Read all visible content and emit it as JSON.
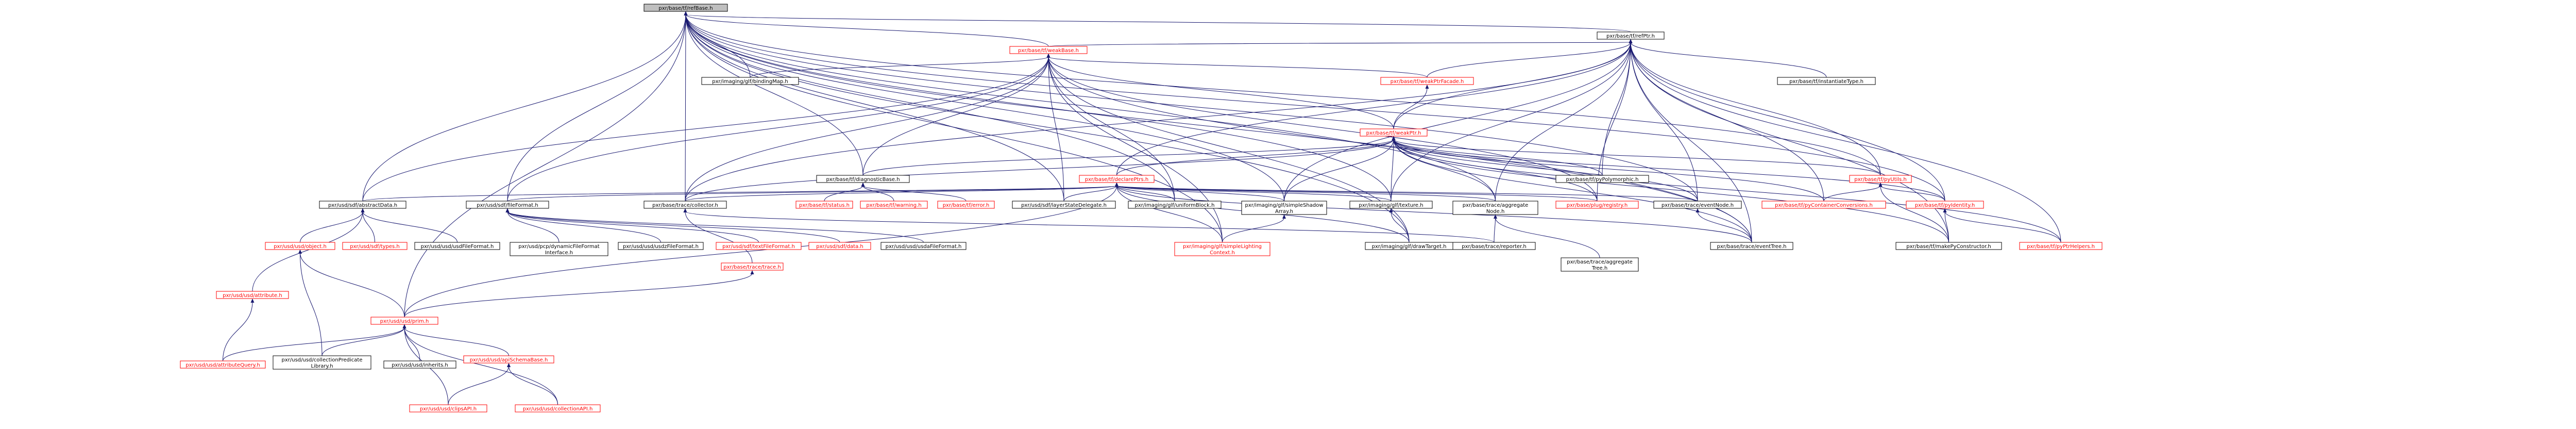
{
  "colors": {
    "edge": "#191970",
    "box_border_black": "#000000",
    "box_border_red": "#ff0000",
    "text_black": "#000000",
    "text_red": "#ff0000",
    "root_fill": "#bfbfbf",
    "box_fill": "#ffffff"
  },
  "nodes": [
    {
      "id": "refBase",
      "label": "pxr/base/tf/refBase.h",
      "style": "root"
    },
    {
      "id": "refPtr",
      "label": "pxr/base/tf/refPtr.h",
      "style": "black"
    },
    {
      "id": "weakBase",
      "label": "pxr/base/tf/weakBase.h",
      "style": "red"
    },
    {
      "id": "bindingMap",
      "label": "pxr/imaging/glf/bindingMap.h",
      "style": "black"
    },
    {
      "id": "weakPtrFacade",
      "label": "pxr/base/tf/weakPtrFacade.h",
      "style": "red"
    },
    {
      "id": "instantiateType",
      "label": "pxr/base/tf/instantiateType.h",
      "style": "black"
    },
    {
      "id": "weakPtr",
      "label": "pxr/base/tf/weakPtr.h",
      "style": "red"
    },
    {
      "id": "diagnosticBase",
      "label": "pxr/base/tf/diagnosticBase.h",
      "style": "black"
    },
    {
      "id": "declarePtrs",
      "label": "pxr/base/tf/declarePtrs.h",
      "style": "red"
    },
    {
      "id": "pyPolymorphic",
      "label": "pxr/base/tf/pyPolymorphic.h",
      "style": "black"
    },
    {
      "id": "pyUtils",
      "label": "pxr/base/tf/pyUtils.h",
      "style": "red"
    },
    {
      "id": "abstractData",
      "label": "pxr/usd/sdf/abstractData.h",
      "style": "black"
    },
    {
      "id": "fileFormat",
      "label": "pxr/usd/sdf/fileFormat.h",
      "style": "black"
    },
    {
      "id": "collector",
      "label": "pxr/base/trace/collector.h",
      "style": "black"
    },
    {
      "id": "status",
      "label": "pxr/base/tf/status.h",
      "style": "red"
    },
    {
      "id": "warning",
      "label": "pxr/base/tf/warning.h",
      "style": "red"
    },
    {
      "id": "error",
      "label": "pxr/base/tf/error.h",
      "style": "red"
    },
    {
      "id": "layerStateDelegate",
      "label": "pxr/usd/sdf/layerStateDelegate.h",
      "style": "black"
    },
    {
      "id": "uniformBlock",
      "label": "pxr/imaging/glf/uniformBlock.h",
      "style": "black"
    },
    {
      "id": "simpleShadowArray",
      "label": "pxr/imaging/glf/simpleShadow\nArray.h",
      "style": "black"
    },
    {
      "id": "texture",
      "label": "pxr/imaging/glf/texture.h",
      "style": "black"
    },
    {
      "id": "aggregateNode",
      "label": "pxr/base/trace/aggregate\nNode.h",
      "style": "black"
    },
    {
      "id": "registry",
      "label": "pxr/base/plug/registry.h",
      "style": "red"
    },
    {
      "id": "eventNode",
      "label": "pxr/base/trace/eventNode.h",
      "style": "black"
    },
    {
      "id": "pyContainerConversions",
      "label": "pxr/base/tf/pyContainerConversions.h",
      "style": "red"
    },
    {
      "id": "pyIdentity",
      "label": "pxr/base/tf/pyIdentity.h",
      "style": "red"
    },
    {
      "id": "object",
      "label": "pxr/usd/usd/object.h",
      "style": "red"
    },
    {
      "id": "types",
      "label": "pxr/usd/sdf/types.h",
      "style": "red"
    },
    {
      "id": "usdFileFormat",
      "label": "pxr/usd/usd/usdFileFormat.h",
      "style": "black"
    },
    {
      "id": "dynamicFileFormatInterface",
      "label": "pxr/usd/pcp/dynamicFileFormat\nInterface.h",
      "style": "black"
    },
    {
      "id": "usdzFileFormat",
      "label": "pxr/usd/usd/usdzFileFormat.h",
      "style": "black"
    },
    {
      "id": "textFileFormat",
      "label": "pxr/usd/sdf/textFileFormat.h",
      "style": "red"
    },
    {
      "id": "sdfData",
      "label": "pxr/usd/sdf/data.h",
      "style": "red"
    },
    {
      "id": "usdaFileFormat",
      "label": "pxr/usd/usd/usdaFileFormat.h",
      "style": "black"
    },
    {
      "id": "simpleLightingContext",
      "label": "pxr/imaging/glf/simpleLighting\nContext.h",
      "style": "red"
    },
    {
      "id": "drawTarget",
      "label": "pxr/imaging/glf/drawTarget.h",
      "style": "black"
    },
    {
      "id": "reporter",
      "label": "pxr/base/trace/reporter.h",
      "style": "black"
    },
    {
      "id": "aggregateTree",
      "label": "pxr/base/trace/aggregate\nTree.h",
      "style": "black"
    },
    {
      "id": "eventTree",
      "label": "pxr/base/trace/eventTree.h",
      "style": "black"
    },
    {
      "id": "makePyConstructor",
      "label": "pxr/base/tf/makePyConstructor.h",
      "style": "black"
    },
    {
      "id": "pyPtrHelpers",
      "label": "pxr/base/tf/pyPtrHelpers.h",
      "style": "red"
    },
    {
      "id": "trace",
      "label": "pxr/base/trace/trace.h",
      "style": "red"
    },
    {
      "id": "attribute",
      "label": "pxr/usd/usd/attribute.h",
      "style": "red"
    },
    {
      "id": "prim",
      "label": "pxr/usd/usd/prim.h",
      "style": "red"
    },
    {
      "id": "attributeQuery",
      "label": "pxr/usd/usd/attributeQuery.h",
      "style": "red"
    },
    {
      "id": "collectionPredicateLibrary",
      "label": "pxr/usd/usd/collectionPredicate\nLibrary.h",
      "style": "black"
    },
    {
      "id": "inherits",
      "label": "pxr/usd/usd/inherits.h",
      "style": "black"
    },
    {
      "id": "apiSchemaBase",
      "label": "pxr/usd/usd/apiSchemaBase.h",
      "style": "red"
    },
    {
      "id": "clipsAPI",
      "label": "pxr/usd/usd/clipsAPI.h",
      "style": "red"
    },
    {
      "id": "collectionAPI",
      "label": "pxr/usd/usd/collectionAPI.h",
      "style": "red"
    }
  ],
  "edges": [
    [
      "refBase",
      "refPtr"
    ],
    [
      "refBase",
      "weakBase"
    ],
    [
      "refBase",
      "bindingMap"
    ],
    [
      "refBase",
      "diagnosticBase"
    ],
    [
      "refBase",
      "abstractData"
    ],
    [
      "refBase",
      "fileFormat"
    ],
    [
      "refBase",
      "collector"
    ],
    [
      "refBase",
      "layerStateDelegate"
    ],
    [
      "refBase",
      "uniformBlock"
    ],
    [
      "refBase",
      "simpleShadowArray"
    ],
    [
      "refBase",
      "texture"
    ],
    [
      "refBase",
      "aggregateNode"
    ],
    [
      "refBase",
      "eventNode"
    ],
    [
      "refBase",
      "pyIdentity"
    ],
    [
      "refBase",
      "eventTree"
    ],
    [
      "refBase",
      "prim"
    ],
    [
      "refBase",
      "simpleLightingContext"
    ],
    [
      "refBase",
      "drawTarget"
    ],
    [
      "refBase",
      "pyUtils"
    ],
    [
      "refPtr",
      "weakBase"
    ],
    [
      "refPtr",
      "weakPtrFacade"
    ],
    [
      "refPtr",
      "instantiateType"
    ],
    [
      "refPtr",
      "weakPtr"
    ],
    [
      "refPtr",
      "declarePtrs"
    ],
    [
      "refPtr",
      "pyPolymorphic"
    ],
    [
      "refPtr",
      "pyUtils"
    ],
    [
      "refPtr",
      "pyIdentity"
    ],
    [
      "refPtr",
      "collector"
    ],
    [
      "refPtr",
      "texture"
    ],
    [
      "refPtr",
      "aggregateNode"
    ],
    [
      "refPtr",
      "registry"
    ],
    [
      "refPtr",
      "eventNode"
    ],
    [
      "refPtr",
      "pyContainerConversions"
    ],
    [
      "refPtr",
      "simpleShadowArray"
    ],
    [
      "refPtr",
      "eventTree"
    ],
    [
      "refPtr",
      "makePyConstructor"
    ],
    [
      "refPtr",
      "pyPtrHelpers"
    ],
    [
      "weakBase",
      "bindingMap"
    ],
    [
      "weakBase",
      "weakPtrFacade"
    ],
    [
      "weakBase",
      "weakPtr"
    ],
    [
      "weakBase",
      "diagnosticBase"
    ],
    [
      "weakBase",
      "abstractData"
    ],
    [
      "weakBase",
      "fileFormat"
    ],
    [
      "weakBase",
      "layerStateDelegate"
    ],
    [
      "weakBase",
      "uniformBlock"
    ],
    [
      "weakBase",
      "simpleLightingContext"
    ],
    [
      "weakBase",
      "drawTarget"
    ],
    [
      "weakBase",
      "registry"
    ],
    [
      "weakBase",
      "collector"
    ],
    [
      "weakBase",
      "eventTree"
    ],
    [
      "weakPtrFacade",
      "weakPtr"
    ],
    [
      "weakPtr",
      "declarePtrs"
    ],
    [
      "weakPtr",
      "pyPolymorphic"
    ],
    [
      "weakPtr",
      "pyUtils"
    ],
    [
      "weakPtr",
      "diagnosticBase"
    ],
    [
      "weakPtr",
      "collector"
    ],
    [
      "weakPtr",
      "aggregateNode"
    ],
    [
      "weakPtr",
      "registry"
    ],
    [
      "weakPtr",
      "eventNode"
    ],
    [
      "weakPtr",
      "pyContainerConversions"
    ],
    [
      "weakPtr",
      "pyIdentity"
    ],
    [
      "weakPtr",
      "eventTree"
    ],
    [
      "weakPtr",
      "makePyConstructor"
    ],
    [
      "weakPtr",
      "pyPtrHelpers"
    ],
    [
      "weakPtr",
      "simpleShadowArray"
    ],
    [
      "weakPtr",
      "texture"
    ],
    [
      "diagnosticBase",
      "status"
    ],
    [
      "diagnosticBase",
      "warning"
    ],
    [
      "diagnosticBase",
      "error"
    ],
    [
      "declarePtrs",
      "abstractData"
    ],
    [
      "declarePtrs",
      "fileFormat"
    ],
    [
      "declarePtrs",
      "collector"
    ],
    [
      "declarePtrs",
      "layerStateDelegate"
    ],
    [
      "declarePtrs",
      "uniformBlock"
    ],
    [
      "declarePtrs",
      "simpleShadowArray"
    ],
    [
      "declarePtrs",
      "texture"
    ],
    [
      "declarePtrs",
      "aggregateNode"
    ],
    [
      "declarePtrs",
      "registry"
    ],
    [
      "declarePtrs",
      "eventNode"
    ],
    [
      "declarePtrs",
      "simpleLightingContext"
    ],
    [
      "declarePtrs",
      "drawTarget"
    ],
    [
      "declarePtrs",
      "prim"
    ],
    [
      "declarePtrs",
      "eventTree"
    ],
    [
      "pyUtils",
      "pyContainerConversions"
    ],
    [
      "pyUtils",
      "pyIdentity"
    ],
    [
      "pyUtils",
      "makePyConstructor"
    ],
    [
      "pyIdentity",
      "makePyConstructor"
    ],
    [
      "pyIdentity",
      "pyPtrHelpers"
    ],
    [
      "abstractData",
      "object"
    ],
    [
      "abstractData",
      "types"
    ],
    [
      "abstractData",
      "usdFileFormat"
    ],
    [
      "abstractData",
      "attribute"
    ],
    [
      "fileFormat",
      "dynamicFileFormatInterface"
    ],
    [
      "fileFormat",
      "usdzFileFormat"
    ],
    [
      "fileFormat",
      "textFileFormat"
    ],
    [
      "fileFormat",
      "sdfData"
    ],
    [
      "fileFormat",
      "usdaFileFormat"
    ],
    [
      "collector",
      "trace"
    ],
    [
      "collector",
      "reporter"
    ],
    [
      "simpleShadowArray",
      "simpleLightingContext"
    ],
    [
      "texture",
      "drawTarget"
    ],
    [
      "aggregateNode",
      "reporter"
    ],
    [
      "aggregateNode",
      "aggregateTree"
    ],
    [
      "eventNode",
      "eventTree"
    ],
    [
      "object",
      "prim"
    ],
    [
      "object",
      "collectionPredicateLibrary"
    ],
    [
      "trace",
      "prim"
    ],
    [
      "attribute",
      "attributeQuery"
    ],
    [
      "prim",
      "attributeQuery"
    ],
    [
      "prim",
      "collectionPredicateLibrary"
    ],
    [
      "prim",
      "inherits"
    ],
    [
      "prim",
      "apiSchemaBase"
    ],
    [
      "prim",
      "clipsAPI"
    ],
    [
      "prim",
      "collectionAPI"
    ],
    [
      "apiSchemaBase",
      "clipsAPI"
    ],
    [
      "apiSchemaBase",
      "collectionAPI"
    ]
  ]
}
